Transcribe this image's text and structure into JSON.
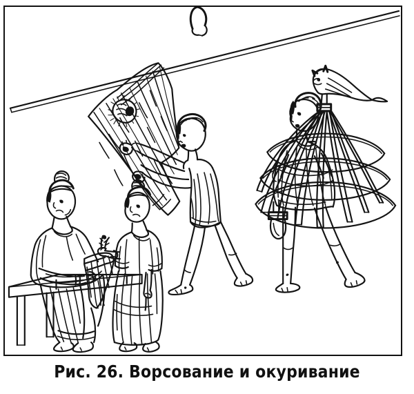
{
  "figure": {
    "caption": "Рис. 26. Ворсование и окуривание",
    "caption_number": "Рис. 26.",
    "caption_title": "Ворсование и окуривание",
    "frame_border_color": "#111111",
    "ink_color": "#141414",
    "background_color": "#ffffff"
  },
  "scene": {
    "title": "Ворсование и окуривание",
    "style": "line-drawing",
    "elements": {
      "hanging_pole": {
        "name": "Наклонная жердь с петлёй подвеса",
        "label": "pole"
      },
      "suspension_hook": {
        "name": "Петля подвеса",
        "label": "hook"
      },
      "draped_cloth": {
        "name": "Полотно ткани, переброшенное через жердь",
        "label": "cloth",
        "motif": "Нашивка-эмблема на ткани"
      },
      "napping_man": {
        "name": "Мужчина в короткой тунике, ворсующий ткань",
        "label": "napper"
      },
      "seated_woman": {
        "name": "Сидящая женщина на скамье",
        "label": "seated-woman"
      },
      "bench": {
        "name": "Скамья на четырёх ножках",
        "label": "bench"
      },
      "standing_girl": {
        "name": "Стоящая девушка, подающая ворсянку",
        "label": "girl"
      },
      "teasel": {
        "name": "Ворсянка в руке девушки",
        "label": "teasel"
      },
      "cage_carrier": {
        "name": "Мужчина, несущий плетёную клетку для окуривания",
        "label": "carrier"
      },
      "wicker_cage": {
        "name": "Куполообразная плетёная клетка (viminea cavea)",
        "label": "cage",
        "vertical_ribs": 9,
        "horizontal_hoops": 3
      },
      "sulfur_pot": {
        "name": "Сосуд с серой, подвешенный в клетке",
        "label": "pot"
      },
      "owl": {
        "name": "Сова на вершине клетки",
        "label": "owl"
      }
    }
  }
}
